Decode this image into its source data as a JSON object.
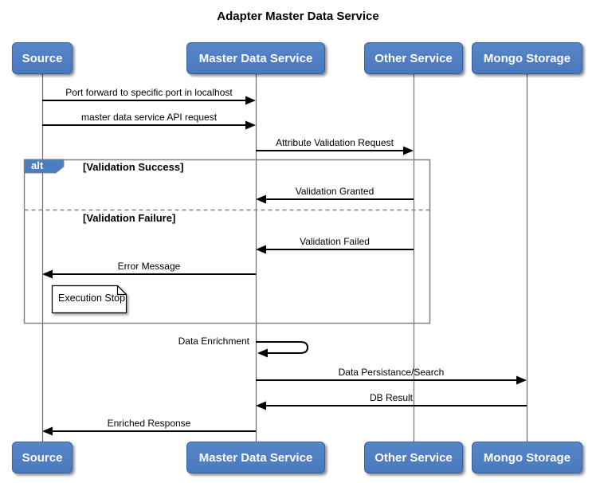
{
  "title": "Adapter Master Data Service",
  "participants": [
    {
      "name": "Source"
    },
    {
      "name": "Master Data Service"
    },
    {
      "name": "Other Service"
    },
    {
      "name": "Mongo Storage"
    }
  ],
  "messages": [
    {
      "label": "Port forward to specific port in localhost",
      "from": "Source",
      "to": "Master Data Service"
    },
    {
      "label": "master data service API request",
      "from": "Source",
      "to": "Master Data Service"
    },
    {
      "label": "Attribute Validation Request",
      "from": "Master Data Service",
      "to": "Other Service"
    },
    {
      "label": "Validation Granted",
      "from": "Other Service",
      "to": "Master Data Service"
    },
    {
      "label": "Validation Failed",
      "from": "Other Service",
      "to": "Master Data Service"
    },
    {
      "label": "Error Message",
      "from": "Master Data Service",
      "to": "Source"
    },
    {
      "label": "Data Enrichment",
      "from": "Master Data Service",
      "to": "Master Data Service",
      "self_message": true
    },
    {
      "label": "Data Persistance/Search",
      "from": "Master Data Service",
      "to": "Mongo Storage"
    },
    {
      "label": "DB Result",
      "from": "Mongo Storage",
      "to": "Master Data Service"
    },
    {
      "label": "Enriched Response",
      "from": "Master Data Service",
      "to": "Source"
    }
  ],
  "alt_frame": {
    "label": "alt",
    "guards": [
      "[Validation Success]",
      "[Validation Failure]"
    ]
  },
  "note": {
    "text": "Execution Stop"
  },
  "colors": {
    "participant_fill": "#4d7dc1",
    "participant_border": "#35619e",
    "participant_text": "#ffffff",
    "frame_border": "#828282",
    "lifeline": "#6e6e6e",
    "message_line": "#000000",
    "note_fill": "#ffffff",
    "background": "#ffffff"
  }
}
